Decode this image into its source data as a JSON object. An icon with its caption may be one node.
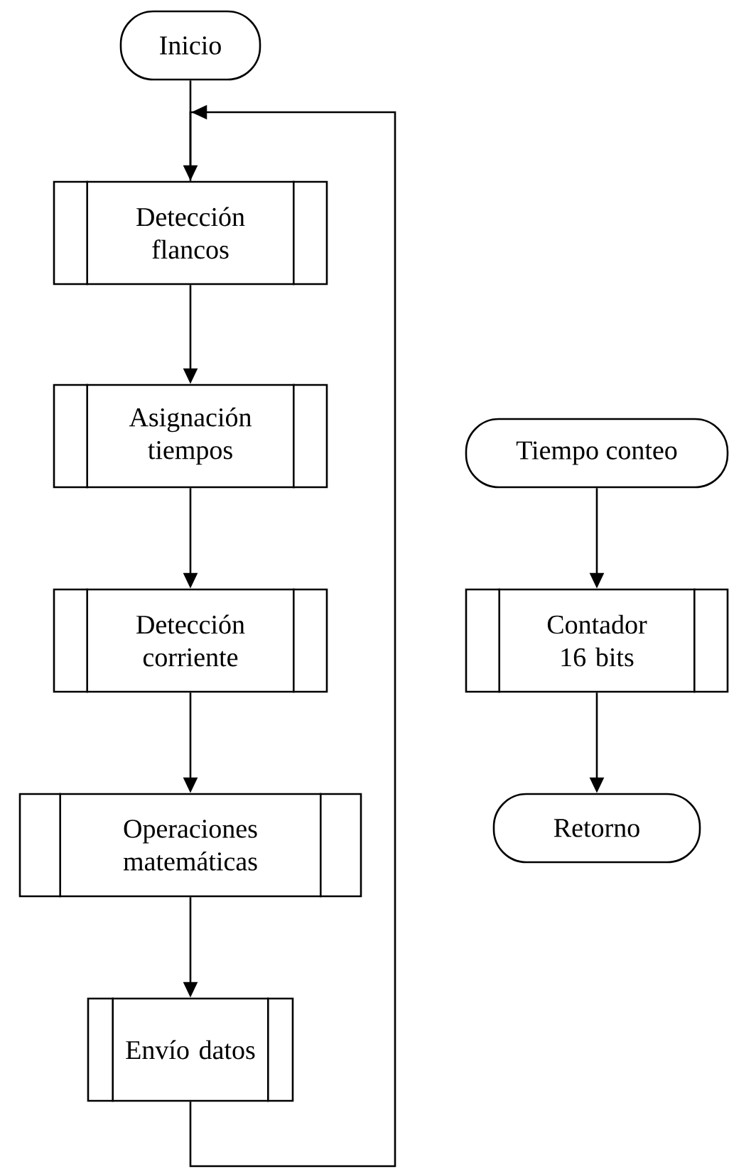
{
  "diagram": {
    "nodes": [
      {
        "text": [
          "Inicio"
        ]
      },
      {
        "text": [
          "Detección flancos"
        ]
      },
      {
        "text": [
          "Asignación tiempos"
        ]
      },
      {
        "text": [
          "Detección corriente"
        ]
      },
      {
        "text": [
          "Operaciones matemáticas"
        ]
      },
      {
        "text": [
          "Envío datos"
        ]
      },
      {
        "text": [
          "Tiempo conteo"
        ]
      },
      {
        "text": [
          "Contador 16 bits"
        ]
      },
      {
        "text": [
          "Retorno"
        ]
      }
    ],
    "edges": [
      {
        "from": 0,
        "to": 1,
        "arrow": "to"
      },
      {
        "from": 1,
        "to": 2,
        "arrow": "to"
      },
      {
        "from": 2,
        "to": 3,
        "arrow": "to"
      },
      {
        "from": 3,
        "to": 4,
        "arrow": "to"
      },
      {
        "from": 4,
        "to": 5,
        "arrow": "to"
      },
      {
        "from": 5,
        "to": 1,
        "arrow": "to"
      },
      {
        "from": 6,
        "to": 7,
        "arrow": "to"
      },
      {
        "from": 7,
        "to": 8,
        "arrow": "to"
      }
    ]
  }
}
